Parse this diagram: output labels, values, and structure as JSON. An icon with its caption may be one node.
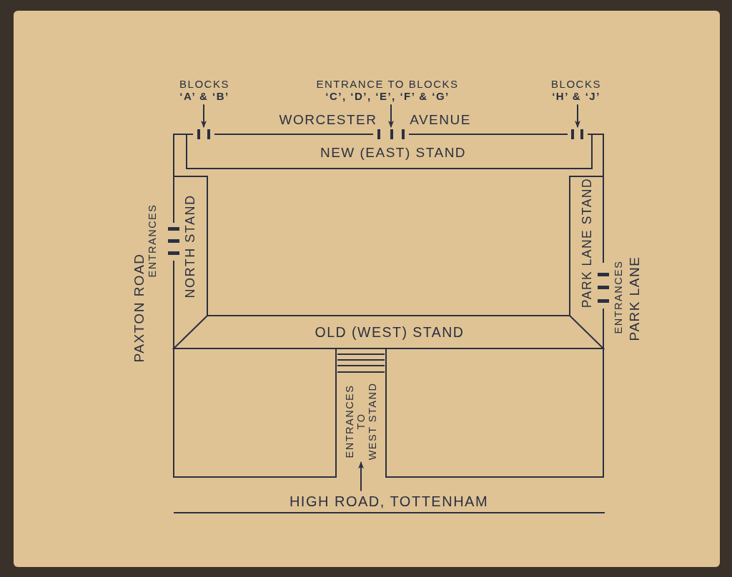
{
  "diagram": {
    "nodes": [
      {
        "text": [
          "BLOCKS **‘A’ & ‘B’**"
        ]
      },
      {
        "text": [
          "ENTRANCE TO BLOCKS **‘C’, ‘D’, ‘E’, ‘F’ & ‘G’**"
        ]
      },
      {
        "text": [
          "BLOCKS **‘H’ & ‘J’**"
        ]
      },
      {
        "text": [],
        "shape": "bar"
      },
      {
        "text": [],
        "shape": "bar"
      },
      {
        "text": [],
        "shape": "bar"
      },
      {
        "text": [
          "NEW (EAST) STAND"
        ]
      },
      {
        "text": [],
        "shape": "bar"
      },
      {
        "text": [
          "NORTH STAND"
        ]
      },
      {
        "text": [
          "PARK LANE STAND"
        ]
      },
      {
        "text": [],
        "shape": "bar"
      },
      {
        "text": [
          "OLD (WEST) STAND"
        ]
      },
      {
        "text": [
          "ENTRANCES TO WEST STAND"
        ]
      },
      {
        "text": [
          "HIGH ROAD, TOTTENHAM"
        ]
      }
    ],
    "edges": [
      {
        "from": 0,
        "to": 3,
        "arrow": "to"
      },
      {
        "from": 1,
        "to": 4,
        "arrow": "to"
      },
      {
        "from": 2,
        "to": 5,
        "arrow": "to"
      },
      {
        "from": 13,
        "to": 12,
        "arrow": "to"
      }
    ],
    "labels": [
      "WORCESTER",
      "AVENUE",
      "PAXTON ROAD",
      "ENTRANCES",
      "ENTRANCES",
      "PARK LANE"
    ]
  }
}
